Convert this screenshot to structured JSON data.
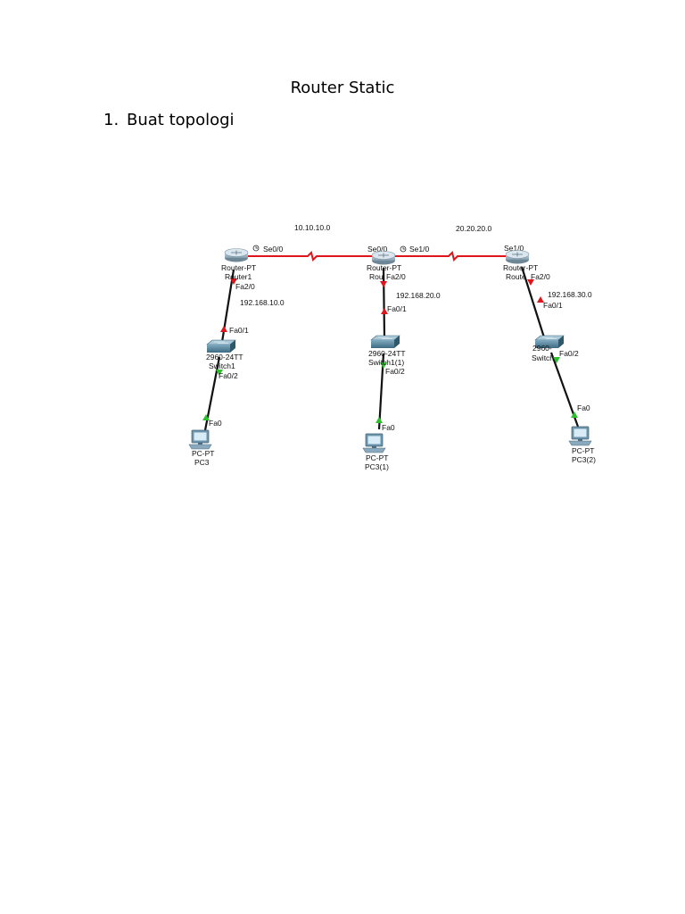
{
  "document": {
    "title": "Router Static",
    "steps": [
      {
        "number": "1.",
        "text": "Buat topologi"
      }
    ]
  },
  "topology": {
    "networks": {
      "serial_left": "10.10.10.0",
      "serial_right": "20.20.20.0"
    },
    "colors": {
      "serial_link": "#e0151b",
      "ethernet_link": "#111111",
      "port_down": "#e0151b",
      "port_up": "#2ec02e",
      "router": "#8fa9b8",
      "switch": "#4f8098",
      "pc": "#6f95ad"
    },
    "columns": [
      {
        "router": {
          "model": "Router-PT",
          "name": "Router1",
          "serial_port": "Se0/0",
          "lan_port": "Fa2/0"
        },
        "lan_network": "192.168.10.0",
        "switch": {
          "model": "2960-24TT",
          "name": "Switch1",
          "uplink_port": "Fa0/1",
          "pc_port": "Fa0/2"
        },
        "pc": {
          "model": "PC-PT",
          "name": "PC3",
          "port": "Fa0"
        }
      },
      {
        "router": {
          "model": "Router-PT",
          "name": "Rou",
          "serial_port_left": "Se0/0",
          "serial_port_right": "Se1/0",
          "lan_port": "Fa2/0"
        },
        "lan_network": "192.168.20.0",
        "switch": {
          "model": "2960-24TT",
          "name": "Switch1(1)",
          "uplink_port": "Fa0/1",
          "pc_port": "Fa0/2"
        },
        "pc": {
          "model": "PC-PT",
          "name": "PC3(1)",
          "port": "Fa0"
        }
      },
      {
        "router": {
          "model": "Router-PT",
          "name": "Route",
          "serial_port": "Se1/0",
          "lan_port": "Fa2/0"
        },
        "lan_network": "192.168.30.0",
        "switch": {
          "model": "2960-",
          "name": "Switch",
          "uplink_port": "Fa0/1",
          "pc_port": "Fa0/2"
        },
        "pc": {
          "model": "PC-PT",
          "name": "PC3(2)",
          "port": "Fa0"
        }
      }
    ]
  }
}
